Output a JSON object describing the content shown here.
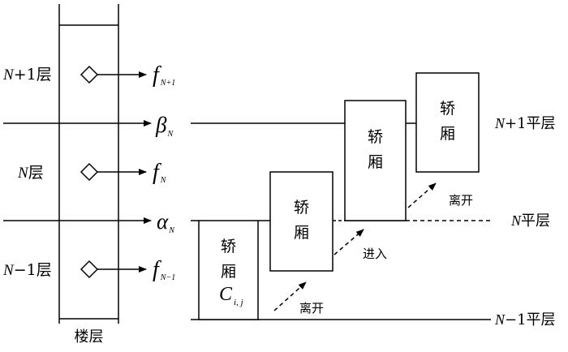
{
  "left_floor_labels": {
    "upper": {
      "var": "N",
      "rest": "+1层"
    },
    "middle": {
      "var": "N",
      "rest": "层"
    },
    "lower": {
      "var": "N",
      "rest": "−1层"
    }
  },
  "shaft_label": "楼层",
  "f_labels": {
    "upper": {
      "var": "f",
      "sub": "N+1"
    },
    "middle": {
      "var": "f",
      "sub": "N"
    },
    "lower": {
      "var": "f",
      "sub": "N−1"
    }
  },
  "beta_label": {
    "var": "β",
    "sub": "N"
  },
  "alpha_label": {
    "var": "α",
    "sub": "N"
  },
  "right_levels": {
    "upper": {
      "var": "N",
      "rest": "+1平层"
    },
    "middle": {
      "var": "N",
      "rest": "平层"
    },
    "lower": {
      "var": "N",
      "rest": "−1平层"
    }
  },
  "cars": [
    {
      "line1": "轿",
      "line2": "厢",
      "sub_var": "C",
      "sub_index": "i, j"
    },
    {
      "line1": "轿",
      "line2": "厢"
    },
    {
      "line1": "轿",
      "line2": "厢"
    },
    {
      "line1": "轿",
      "line2": "厢"
    }
  ],
  "arrow_labels": {
    "leave_low": "离开",
    "enter": "进入",
    "leave_high": "离开"
  },
  "colors": {
    "stroke": "#000000",
    "background": "#ffffff"
  }
}
